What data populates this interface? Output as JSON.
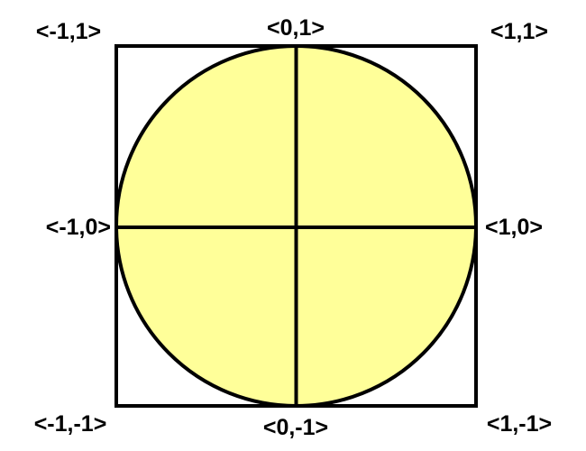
{
  "colors": {
    "circle_fill": "#ffff99",
    "stroke": "#000000",
    "background": "#ffffff"
  },
  "labels": {
    "top_left": "<-1,1>",
    "top_center": "<0,1>",
    "top_right": "<1,1>",
    "middle_left": "<-1,0>",
    "middle_right": "<1,0>",
    "bottom_left": "<-1,-1>",
    "bottom_center": "<0,-1>",
    "bottom_right": "<1,-1>"
  }
}
